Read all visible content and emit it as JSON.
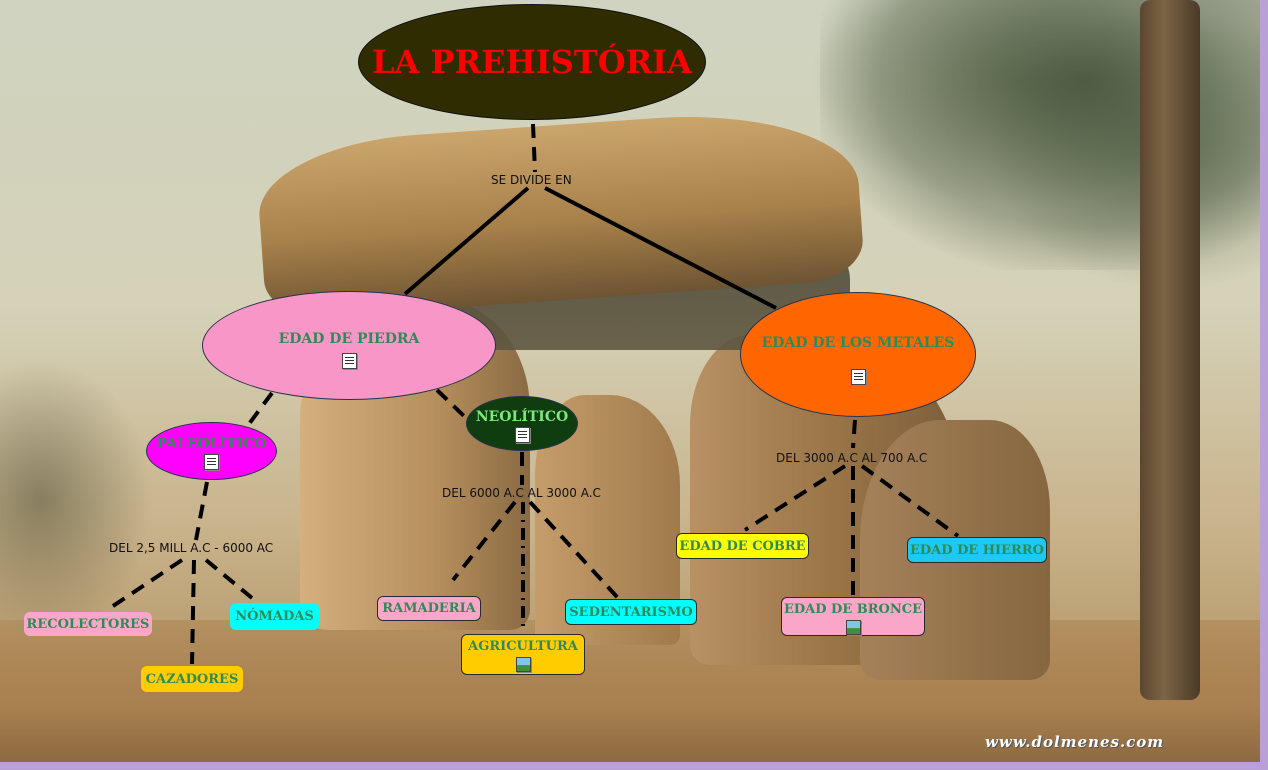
{
  "map": {
    "title": "LA PREHISTÓRIA",
    "links": {
      "divide": "SE DIVIDE EN",
      "paleolitico": "DEL 2,5 MILL A.C - 6000 AC",
      "neolitico": "DEL 6000 A.C AL 3000 A.C",
      "metales": "DEL 3000 A.C AL 700 A.C"
    },
    "nodes": {
      "piedra": "EDAD DE PIEDRA",
      "metales": "EDAD DE LOS METALES",
      "paleolitico": "PALEOLÍTICO",
      "neolitico": "NEOLÍTICO",
      "recolectores": "RECOLECTORES",
      "cazadores": "CAZADORES",
      "nomadas": "NÓMADAS",
      "ramaderia": "RAMADERIA",
      "agricultura": "AGRICULTURA",
      "sedentarismo": "SEDENTARISMO",
      "cobre": "EDAD DE COBRE",
      "bronce": "EDAD DE BRONCE",
      "hierro": "EDAD DE HIERRO"
    },
    "icons": {
      "document": "document-icon",
      "image": "image-icon"
    },
    "watermark": "www.dolmenes.com"
  },
  "colors": {
    "title_fill": "#2e2c00",
    "title_text": "#ff0000",
    "piedra": "#f996c8",
    "metales": "#ff6600",
    "paleolitico": "#ff00ff",
    "neolitico": "#0f3d0f",
    "node_text_green": "#2e8b57",
    "cyan": "#00ffff",
    "yellow": "#ffff00",
    "orange_yellow": "#ffcc00",
    "pink": "#f9a6c8",
    "light_blue": "#1ec8f0"
  }
}
